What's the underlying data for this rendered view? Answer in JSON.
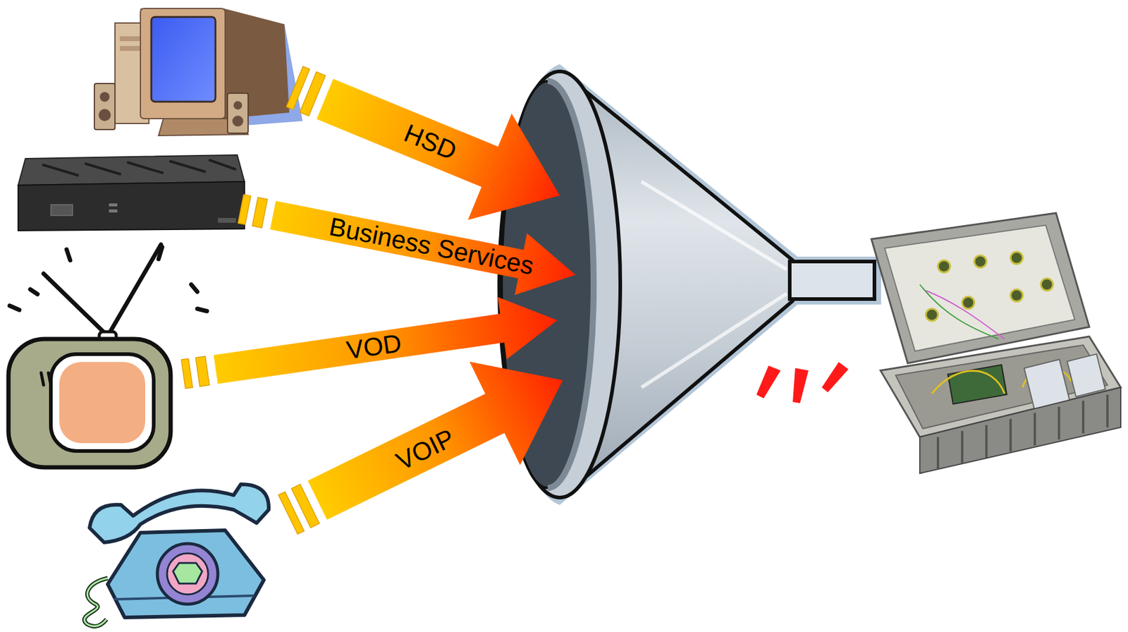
{
  "diagram": {
    "labels": [
      "HSD",
      "Business Services",
      "VOD",
      "VOIP"
    ]
  }
}
